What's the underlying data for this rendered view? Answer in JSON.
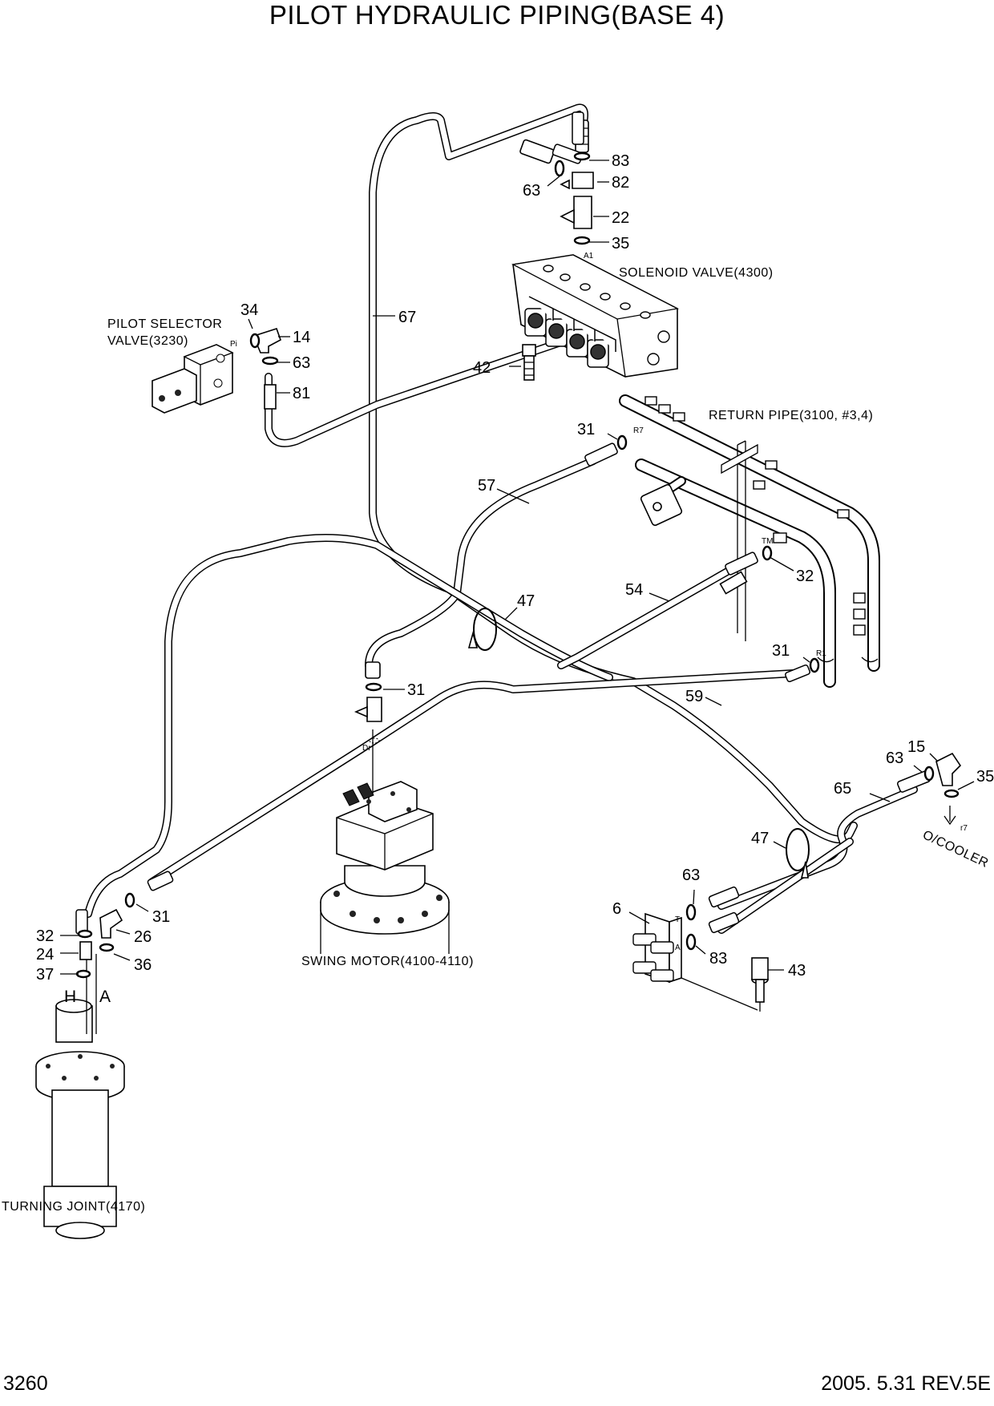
{
  "title": "PILOT HYDRAULIC PIPING(BASE 4)",
  "footer": {
    "page_number": "3260",
    "revision": "2005. 5.31  REV.5E"
  },
  "components": {
    "pilot_selector_line1": "PILOT SELECTOR",
    "pilot_selector_line2": "VALVE(3230)",
    "solenoid_valve": "SOLENOID VALVE(4300)",
    "return_pipe": "RETURN PIPE(3100, #3,4)",
    "swing_motor": "SWING MOTOR(4100-4110)",
    "turning_joint": "TURNING JOINT(4170)",
    "oil_cooler": "O/COOLER"
  },
  "ports": {
    "pi": "Pi",
    "a1": "A1",
    "r7": "R7",
    "tm": "TM",
    "r1": "R1",
    "dr": "Dr",
    "r7_cooler": "r7",
    "t": "T",
    "a": "A"
  },
  "joint_ports": {
    "h": "H",
    "a": "A"
  },
  "callouts": {
    "c83a": "83",
    "c63a": "63",
    "c82": "82",
    "c22": "22",
    "c35a": "35",
    "c34": "34",
    "c14": "14",
    "c63b": "63",
    "c81": "81",
    "c67": "67",
    "c42": "42",
    "c31a": "31",
    "c57": "57",
    "c32a": "32",
    "c47a": "47",
    "c54": "54",
    "c31b": "31",
    "c31c": "31",
    "c59": "59",
    "c15": "15",
    "c63c": "63",
    "c35b": "35",
    "c65": "65",
    "c47b": "47",
    "c63d": "63",
    "c6": "6",
    "c83b": "83",
    "c43": "43",
    "c31d": "31",
    "c32b": "32",
    "c26": "26",
    "c24": "24",
    "c36": "36",
    "c37": "37"
  }
}
